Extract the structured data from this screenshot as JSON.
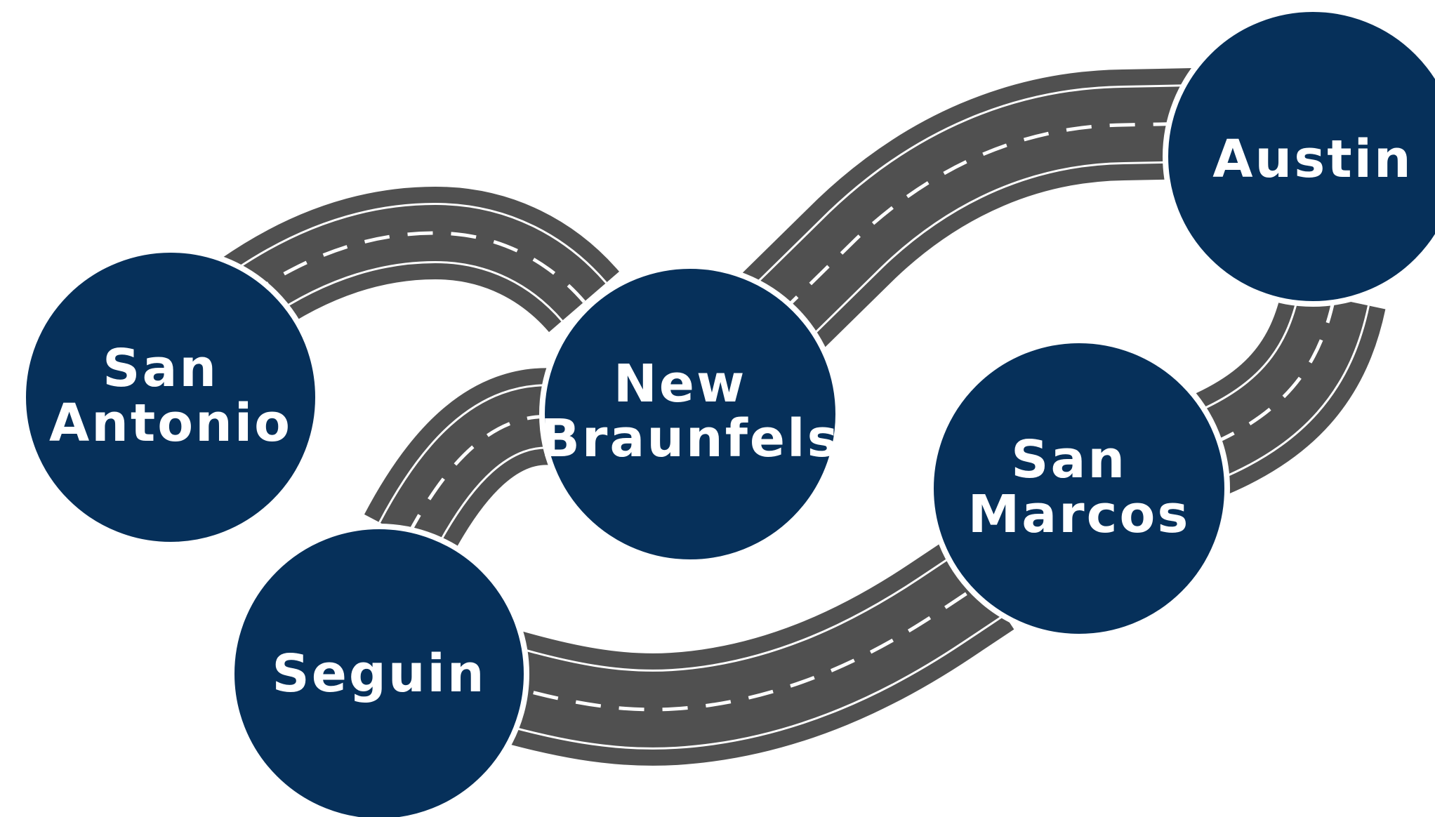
{
  "colors": {
    "road": "#505050",
    "road_lines": "#ffffff",
    "city_fill": "#06305a",
    "city_text": "#ffffff",
    "background": "#ffffff"
  },
  "cities": [
    {
      "id": "san-antonio",
      "label_lines": [
        "San",
        "Antonio"
      ]
    },
    {
      "id": "new-braunfels",
      "label_lines": [
        "New",
        "Braunfels"
      ]
    },
    {
      "id": "austin",
      "label_lines": [
        "Austin"
      ]
    },
    {
      "id": "san-marcos",
      "label_lines": [
        "San",
        "Marcos"
      ]
    },
    {
      "id": "seguin",
      "label_lines": [
        "Seguin"
      ]
    }
  ],
  "roads": [
    {
      "id": "san-antonio-to-new-braunfels",
      "from": "San Antonio",
      "to": "New Braunfels"
    },
    {
      "id": "new-braunfels-to-austin",
      "from": "New Braunfels",
      "to": "Austin"
    },
    {
      "id": "austin-to-san-marcos",
      "from": "Austin",
      "to": "San Marcos"
    },
    {
      "id": "seguin-to-san-marcos",
      "from": "Seguin",
      "to": "San Marcos"
    },
    {
      "id": "seguin-to-new-braunfels",
      "from": "Seguin",
      "to": "New Braunfels"
    }
  ]
}
